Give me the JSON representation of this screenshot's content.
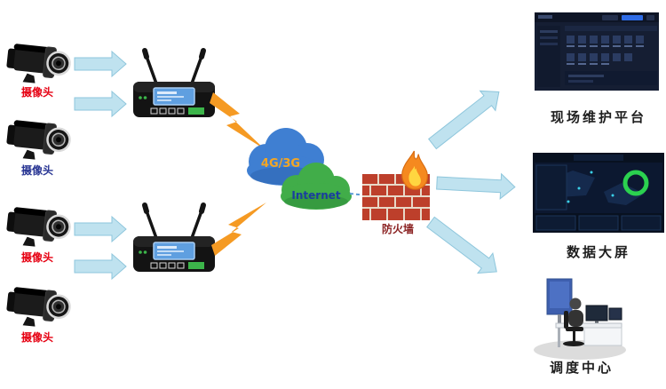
{
  "diagram": {
    "cameras": [
      {
        "label": "摄像头"
      },
      {
        "label": "摄像头"
      },
      {
        "label": "摄像头"
      },
      {
        "label": "摄像头"
      }
    ],
    "cloud": {
      "network": "4G/3G",
      "internet": "Internet"
    },
    "firewall": {
      "label": "防火墙"
    },
    "endpoints": {
      "platform": {
        "label": "现场维护平台"
      },
      "screen": {
        "label": "数据大屏"
      },
      "dispatch": {
        "label": "调度中心"
      }
    },
    "colors": {
      "arrow": "#bfe2ef",
      "camera_label_red": "#e60012",
      "camera_label_blue": "#283593",
      "cloud_back": "#3f7fd2",
      "cloud_front": "#41ad49",
      "network_text": "#f5a623",
      "internet_text": "#1a3e9e",
      "firewall_label": "#8b2222",
      "brick": "#bd3f2b",
      "lightning": "#f59a23"
    }
  }
}
